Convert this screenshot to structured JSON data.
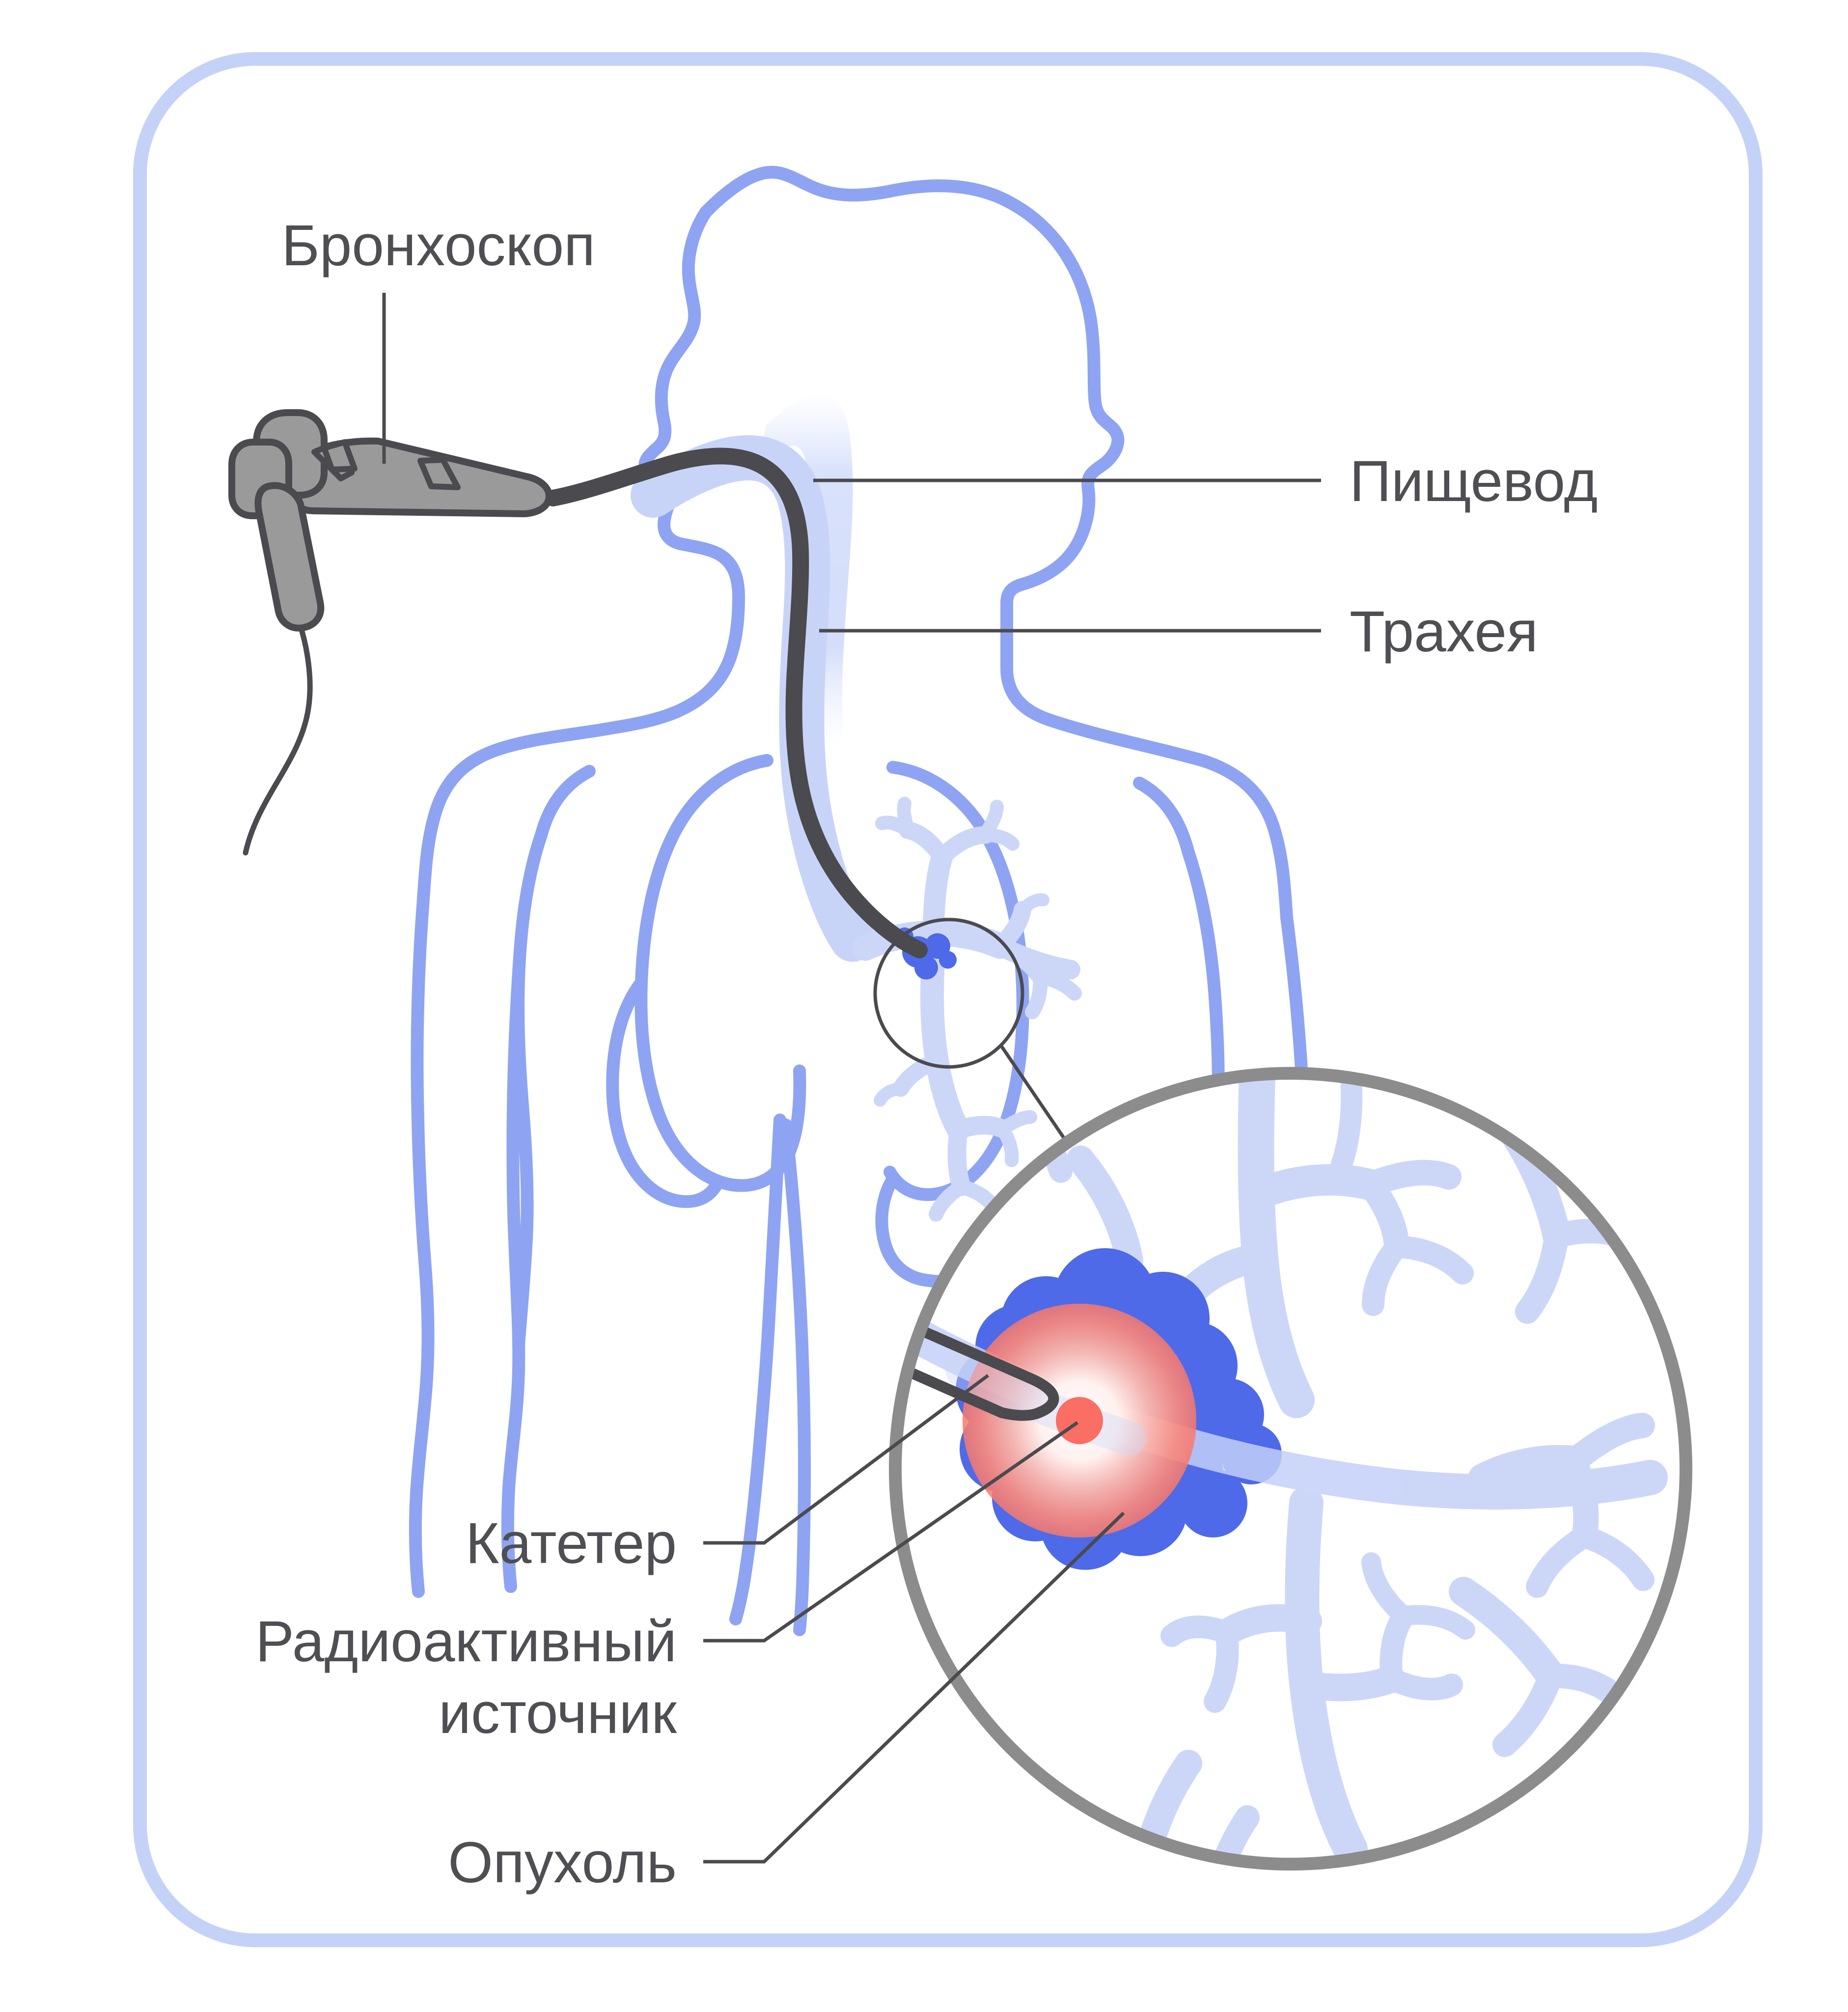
{
  "diagram": {
    "title_visible": false,
    "subject": "endobronchial-brachytherapy",
    "language": "ru"
  },
  "colors": {
    "frame_border": "#c5d2f7",
    "body_outline": "#8ea4f2",
    "airway_pale": "#c8d4f7",
    "airway_faint": "#dde4fb",
    "bronchial_tree": "#ccd7f8",
    "tumor_blue": "#4e6ae8",
    "source_core": "#fa6e64",
    "source_glow_outer": "#f9897e",
    "scope_body": "#9a9a9a",
    "scope_outline": "#4a4a4f",
    "scope_tube": "#4a4a4f",
    "catheter": "#4a4a4f",
    "magnifier_ring": "#8c8c8c",
    "leader_line": "#4a4a4f",
    "label_text": "#4e4e53",
    "background": "#ffffff"
  },
  "labels": {
    "bronchoscope": "Бронхоскоп",
    "esophagus": "Пищевод",
    "trachea": "Трахея",
    "catheter": "Катетер",
    "radioactive_source_line1": "Радиоактивный",
    "radioactive_source_line2": "источник",
    "tumor": "Опухоль"
  },
  "parts": [
    {
      "id": "bronchoscope",
      "label": "Бронхоскоп",
      "side": "left-top",
      "leader": "vertical"
    },
    {
      "id": "esophagus",
      "label": "Пищевод",
      "side": "right-top",
      "leader": "horizontal"
    },
    {
      "id": "trachea",
      "label": "Трахея",
      "side": "right-top",
      "leader": "horizontal"
    },
    {
      "id": "catheter",
      "label": "Катетер",
      "side": "left-bottom",
      "leader": "elbow"
    },
    {
      "id": "radioactive-source",
      "label": "Радиоактивный источник",
      "side": "left-bottom",
      "leader": "elbow"
    },
    {
      "id": "tumor",
      "label": "Опухоль",
      "side": "left-bottom",
      "leader": "elbow"
    }
  ]
}
